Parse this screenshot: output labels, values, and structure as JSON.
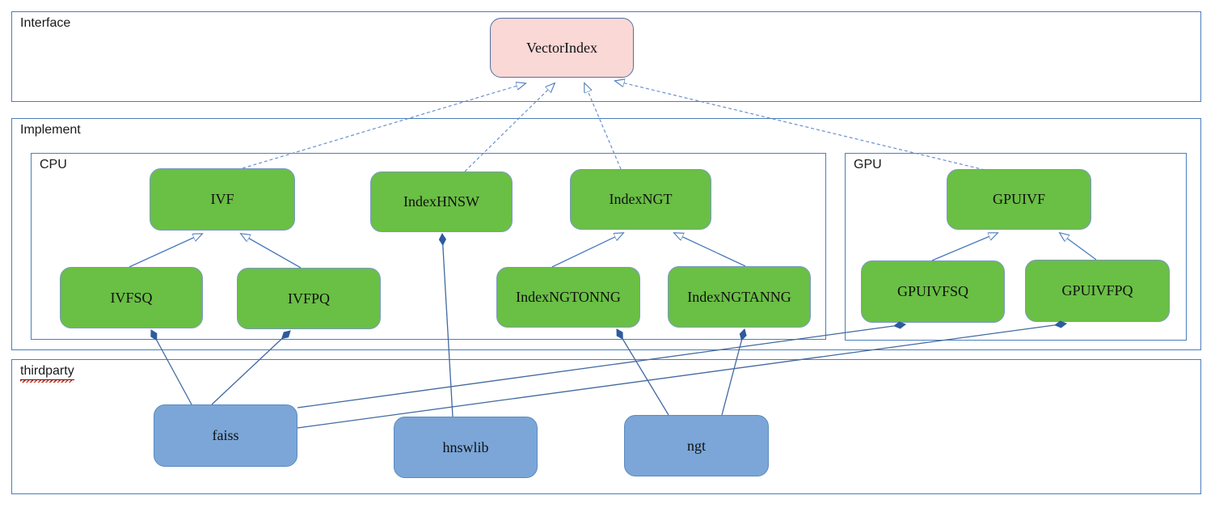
{
  "diagram": {
    "containers": {
      "interface": {
        "label": "Interface"
      },
      "implement": {
        "label": "Implement"
      },
      "cpu": {
        "label": "CPU"
      },
      "gpu": {
        "label": "GPU"
      },
      "thirdparty": {
        "label": "thirdparty"
      }
    },
    "nodes": {
      "vectorindex": {
        "label": "VectorIndex",
        "kind": "interface"
      },
      "ivf": {
        "label": "IVF",
        "kind": "implementation"
      },
      "indexhnsw": {
        "label": "IndexHNSW",
        "kind": "implementation"
      },
      "indexngt": {
        "label": "IndexNGT",
        "kind": "implementation"
      },
      "gpuivf": {
        "label": "GPUIVF",
        "kind": "implementation"
      },
      "ivfsq": {
        "label": "IVFSQ",
        "kind": "implementation"
      },
      "ivfpq": {
        "label": "IVFPQ",
        "kind": "implementation"
      },
      "indexngtonng": {
        "label": "IndexNGTONNG",
        "kind": "implementation"
      },
      "indexngtanng": {
        "label": "IndexNGTANNG",
        "kind": "implementation"
      },
      "gpuivfsq": {
        "label": "GPUIVFSQ",
        "kind": "implementation"
      },
      "gpuivfpq": {
        "label": "GPUIVFPQ",
        "kind": "implementation"
      },
      "faiss": {
        "label": "faiss",
        "kind": "thirdparty"
      },
      "hnswlib": {
        "label": "hnswlib",
        "kind": "thirdparty"
      },
      "ngt": {
        "label": "ngt",
        "kind": "thirdparty"
      }
    },
    "edges": [
      {
        "from": "IVF",
        "to": "VectorIndex",
        "type": "realization"
      },
      {
        "from": "IndexHNSW",
        "to": "VectorIndex",
        "type": "realization"
      },
      {
        "from": "IndexNGT",
        "to": "VectorIndex",
        "type": "realization"
      },
      {
        "from": "GPUIVF",
        "to": "VectorIndex",
        "type": "realization"
      },
      {
        "from": "IVFSQ",
        "to": "IVF",
        "type": "generalization"
      },
      {
        "from": "IVFPQ",
        "to": "IVF",
        "type": "generalization"
      },
      {
        "from": "IndexNGTONNG",
        "to": "IndexNGT",
        "type": "generalization"
      },
      {
        "from": "IndexNGTANNG",
        "to": "IndexNGT",
        "type": "generalization"
      },
      {
        "from": "GPUIVFSQ",
        "to": "GPUIVF",
        "type": "generalization"
      },
      {
        "from": "GPUIVFPQ",
        "to": "GPUIVF",
        "type": "generalization"
      },
      {
        "from": "faiss",
        "to": "IVFSQ",
        "type": "composition"
      },
      {
        "from": "faiss",
        "to": "IVFPQ",
        "type": "composition"
      },
      {
        "from": "faiss",
        "to": "GPUIVFSQ",
        "type": "composition"
      },
      {
        "from": "faiss",
        "to": "GPUIVFPQ",
        "type": "composition"
      },
      {
        "from": "hnswlib",
        "to": "IndexHNSW",
        "type": "composition"
      },
      {
        "from": "ngt",
        "to": "IndexNGTONNG",
        "type": "composition"
      },
      {
        "from": "ngt",
        "to": "IndexNGTANNG",
        "type": "composition"
      }
    ],
    "colors": {
      "interface_node_fill": "#f9d8d6",
      "implementation_node_fill": "#6abf45",
      "thirdparty_node_fill": "#7ba6d7",
      "container_border": "#4a7ebc",
      "connector_line": "#4472ad",
      "composition_diamond": "#2e5b9e",
      "spellcheck_squiggle": "#d23321"
    }
  }
}
